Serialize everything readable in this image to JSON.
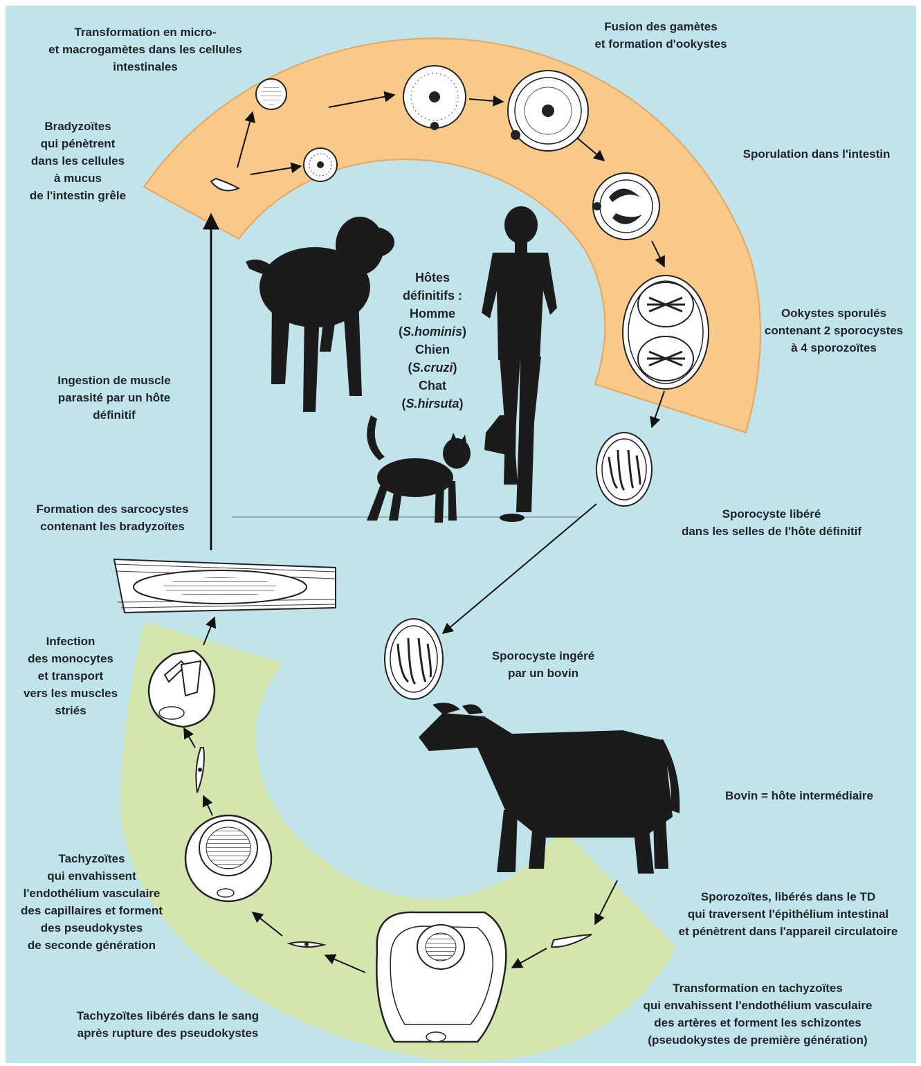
{
  "colors": {
    "background": "#c1e3ea",
    "definitive_host_band": "#f9c98a",
    "definitive_host_band_edge": "#e8a55c",
    "intermediate_host_band": "#d4e6ae",
    "silhouette": "#1b1b1b",
    "text": "#1f2326"
  },
  "hosts": {
    "title_line1": "Hôtes",
    "title_line2": "définitifs :",
    "human": "Homme",
    "human_species": "S.hominis",
    "dog": "Chien",
    "dog_species": "S.cruzi",
    "cat": "Chat",
    "cat_species": "S.hirsuta"
  },
  "labels": {
    "transformation_gametes": "Transformation en micro-\net macrogamètes dans les cellules\nintestinales",
    "fusion": "Fusion des gamètes\net formation d'ookystes",
    "bradyzoites": "Bradyzoïtes\nqui pénètrent\ndans les cellules\nà mucus\nde l'intestin grêle",
    "sporulation": "Sporulation dans l'intestin",
    "ookystes_sporules": "Ookystes sporulés\ncontenant 2 sporocystes\nà 4 sporozoïtes",
    "ingestion": "Ingestion de muscle\nparasité par un hôte\ndéfinitif",
    "sarcocystes": "Formation des sarcocystes\ncontenant les bradyzoïtes",
    "sporocyste_libere": "Sporocyste libéré\ndans les selles de l'hôte définitif",
    "sporocyste_ingere": "Sporocyste ingéré\npar un bovin",
    "infection_monocytes": "Infection\ndes monocytes\net transport\nvers les muscles\nstriés",
    "bovin": "Bovin = hôte intermédiaire",
    "tachyzoites_second": "Tachyzoïtes\nqui envahissent\nl'endothélium vasculaire\ndes capillaires et forment\ndes pseudokystes\nde seconde génération",
    "sporozoites_liberes": "Sporozoïtes, libérés dans le TD\nqui traversent l'épithélium intestinal\net pénètrent dans l'appareil circulatoire",
    "tachyzoites_sang": "Tachyzoïtes libérés dans le sang\naprès rupture des pseudokystes",
    "transformation_tachyzoites": "Transformation en tachyzoïtes\nqui envahissent l'endothélium vasculaire\ndes artères et forment les schizontes\n(pseudokystes de première génération)"
  }
}
